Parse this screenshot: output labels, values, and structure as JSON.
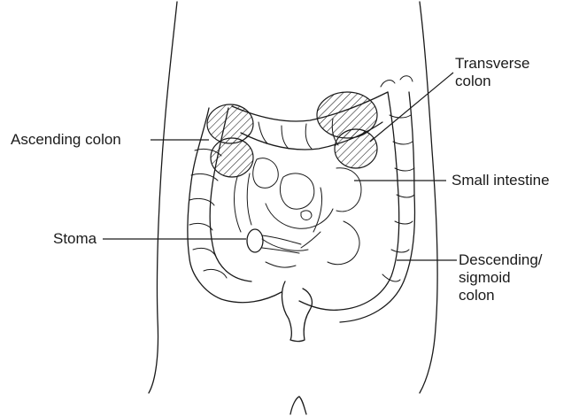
{
  "labels": {
    "transverse": "Transverse\ncolon",
    "ascending": "Ascending colon",
    "small_intestine": "Small intestine",
    "stoma": "Stoma",
    "descending": "Descending/\nsigmoid\ncolon"
  }
}
